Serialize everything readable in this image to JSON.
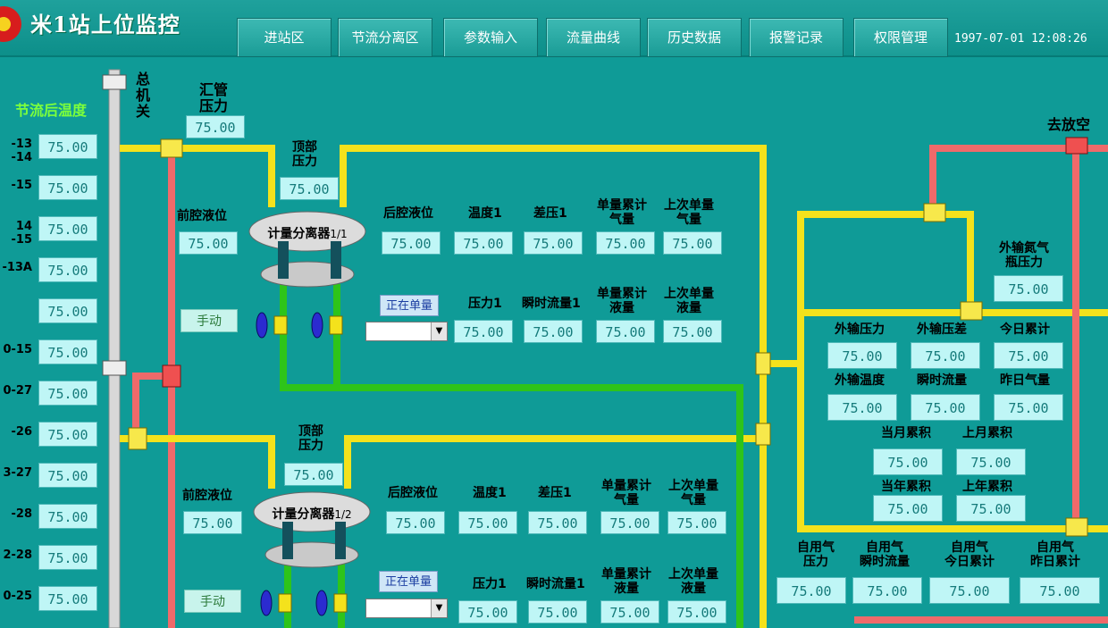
{
  "header": {
    "title": "米1站上位监控",
    "datetime": "1997-07-01 12:08:26",
    "nav": [
      "进站区",
      "节流分离区",
      "参数输入",
      "流量曲线",
      "历史数据",
      "报警记录",
      "权限管理"
    ]
  },
  "left_panel": {
    "title": "节流后温度",
    "rows": [
      {
        "label": "-13\n-14",
        "value": "75.00"
      },
      {
        "label": "-15",
        "value": "75.00"
      },
      {
        "label": "14\n-15",
        "value": "75.00"
      },
      {
        "label": "-13A",
        "value": "75.00"
      },
      {
        "label": "",
        "value": "75.00"
      },
      {
        "label": "0-15",
        "value": "75.00"
      },
      {
        "label": "0-27",
        "value": "75.00"
      },
      {
        "label": "-26",
        "value": "75.00"
      },
      {
        "label": "3-27",
        "value": "75.00"
      },
      {
        "label": "-28",
        "value": "75.00"
      },
      {
        "label": "2-28",
        "value": "75.00"
      },
      {
        "label": "0-25",
        "value": "75.00"
      }
    ]
  },
  "main_switch_label": "总\n机\n关",
  "header_pressure": {
    "label": "汇管\n压力",
    "value": "75.00"
  },
  "separator_1": {
    "top_pressure": {
      "label": "顶部\n压力",
      "value": "75.00"
    },
    "name": "计量分离器",
    "suffix": "1/1",
    "front_level": {
      "label": "前腔液位",
      "value": "75.00"
    },
    "rear_level": {
      "label": "后腔液位",
      "value": "75.00"
    },
    "temp": {
      "label": "温度1",
      "value": "75.00"
    },
    "diff_pressure": {
      "label": "差压1",
      "value": "75.00"
    },
    "gas_cumulative": {
      "label": "单量累计\n气量",
      "value": "75.00"
    },
    "last_gas": {
      "label": "上次单量\n气量",
      "value": "75.00"
    },
    "pressure": {
      "label": "压力1",
      "value": "75.00"
    },
    "instant_flow": {
      "label": "瞬时流量1",
      "value": "75.00"
    },
    "liquid_cumulative": {
      "label": "单量累计\n液量",
      "value": "75.00"
    },
    "last_liquid": {
      "label": "上次单量\n液量",
      "value": "75.00"
    },
    "manual_button": "手动",
    "metering_button": "正在单量"
  },
  "separator_2": {
    "top_pressure": {
      "label": "顶部\n压力",
      "value": "75.00"
    },
    "name": "计量分离器",
    "suffix": "1/2",
    "front_level": {
      "label": "前腔液位",
      "value": "75.00"
    },
    "rear_level": {
      "label": "后腔液位",
      "value": "75.00"
    },
    "temp": {
      "label": "温度1",
      "value": "75.00"
    },
    "diff_pressure": {
      "label": "差压1",
      "value": "75.00"
    },
    "gas_cumulative": {
      "label": "单量累计\n气量",
      "value": "75.00"
    },
    "last_gas": {
      "label": "上次单量\n气量",
      "value": "75.00"
    },
    "pressure": {
      "label": "压力1",
      "value": "75.00"
    },
    "instant_flow": {
      "label": "瞬时流量1",
      "value": "75.00"
    },
    "liquid_cumulative": {
      "label": "单量累计\n液量",
      "value": "75.00"
    },
    "last_liquid": {
      "label": "上次单量\n液量",
      "value": "75.00"
    },
    "manual_button": "手动",
    "metering_button": "正在单量"
  },
  "right_panel": {
    "vent_label": "去放空",
    "nitrogen": {
      "label": "外输氮气\n瓶压力",
      "value": "75.00"
    },
    "export_pressure": {
      "label": "外输压力",
      "value": "75.00"
    },
    "export_diff": {
      "label": "外输压差",
      "value": "75.00"
    },
    "today_total": {
      "label": "今日累计",
      "value": "75.00"
    },
    "export_temp": {
      "label": "外输温度",
      "value": "75.00"
    },
    "instant_flow": {
      "label": "瞬时流量",
      "value": "75.00"
    },
    "yesterday_gas": {
      "label": "昨日气量",
      "value": "75.00"
    },
    "month_total": {
      "label": "当月累积",
      "value": "75.00"
    },
    "last_month_total": {
      "label": "上月累积",
      "value": "75.00"
    },
    "year_total": {
      "label": "当年累积",
      "value": "75.00"
    },
    "last_year_total": {
      "label": "上年累积",
      "value": "75.00"
    },
    "self_pressure": {
      "label": "自用气\n压力",
      "value": "75.00"
    },
    "self_instant": {
      "label": "自用气\n瞬时流量",
      "value": "75.00"
    },
    "self_today": {
      "label": "自用气\n今日累计",
      "value": "75.00"
    },
    "self_yesterday": {
      "label": "自用气\n昨日累计",
      "value": "75.00"
    }
  },
  "colors": {
    "background": "#0f9b97",
    "gas_pipe": "#f4e21c",
    "liquid_pipe": "#2ec41a",
    "vent_pipe": "#ef6a6a",
    "header_pipe": "#d6d6d6"
  }
}
